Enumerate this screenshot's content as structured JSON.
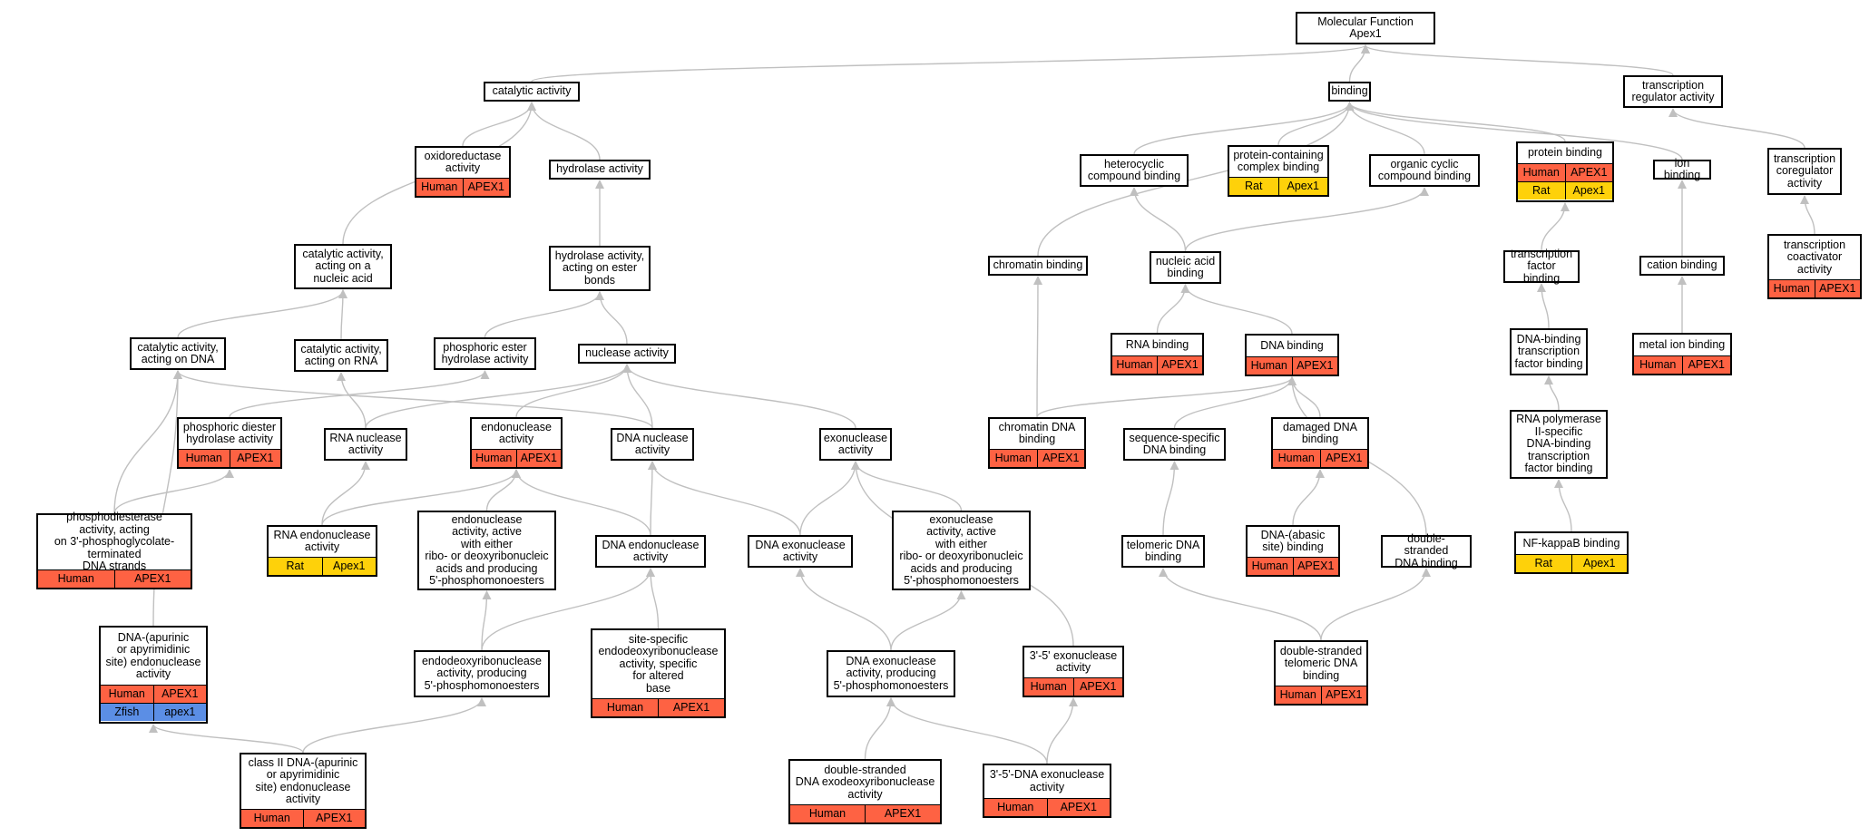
{
  "colors": {
    "human": "#fe6243",
    "rat": "#fed10a",
    "zfish": "#5b8ee5",
    "edge": "#c0c0c0"
  },
  "nodes": {
    "mf": {
      "label": "Molecular Function\nApex1"
    },
    "catalytic": {
      "label": "catalytic activity"
    },
    "binding": {
      "label": "binding"
    },
    "tra": {
      "label": "transcription\nregulator activity"
    },
    "oxido": {
      "label": "oxidoreductase\nactivity",
      "rows": [
        {
          "species": "Human",
          "gene": "APEX1"
        }
      ]
    },
    "hydrolase": {
      "label": "hydrolase activity"
    },
    "heterocyclic": {
      "label": "heterocyclic\ncompound binding"
    },
    "pccb": {
      "label": "protein-containing\ncomplex binding",
      "rows": [
        {
          "species": "Rat",
          "gene": "Apex1"
        }
      ]
    },
    "organic": {
      "label": "organic cyclic\ncompound binding"
    },
    "protein": {
      "label": "protein binding",
      "rows": [
        {
          "species": "Human",
          "gene": "APEX1"
        },
        {
          "species": "Rat",
          "gene": "Apex1"
        }
      ]
    },
    "ion": {
      "label": "ion binding"
    },
    "tcra": {
      "label": "transcription\ncoregulator\nactivity"
    },
    "canucleic": {
      "label": "catalytic activity,\nacting on a\nnucleic acid"
    },
    "hydester": {
      "label": "hydrolase activity,\nacting on ester\nbonds"
    },
    "chromatin": {
      "label": "chromatin binding"
    },
    "nucleicacid": {
      "label": "nucleic acid\nbinding"
    },
    "tfb": {
      "label": "transcription\nfactor binding"
    },
    "cation": {
      "label": "cation binding"
    },
    "tcoact": {
      "label": "transcription\ncoactivator\nactivity",
      "rows": [
        {
          "species": "Human",
          "gene": "APEX1"
        }
      ]
    },
    "cadna": {
      "label": "catalytic activity,\nacting on DNA"
    },
    "carna": {
      "label": "catalytic activity,\nacting on RNA"
    },
    "phosester": {
      "label": "phosphoric ester\nhydrolase activity"
    },
    "nuclease": {
      "label": "nuclease activity"
    },
    "rnabinding": {
      "label": "RNA binding",
      "rows": [
        {
          "species": "Human",
          "gene": "APEX1"
        }
      ]
    },
    "dnabinding": {
      "label": "DNA binding",
      "rows": [
        {
          "species": "Human",
          "gene": "APEX1"
        }
      ]
    },
    "dnabtfb": {
      "label": "DNA-binding\ntranscription\nfactor binding"
    },
    "metalion": {
      "label": "metal ion binding",
      "rows": [
        {
          "species": "Human",
          "gene": "APEX1"
        }
      ]
    },
    "phosdiester": {
      "label": "phosphoric diester\nhydrolase activity",
      "rows": [
        {
          "species": "Human",
          "gene": "APEX1"
        }
      ]
    },
    "rnanuclease": {
      "label": "RNA nuclease\nactivity"
    },
    "endonuclease": {
      "label": "endonuclease\nactivity",
      "rows": [
        {
          "species": "Human",
          "gene": "APEX1"
        }
      ]
    },
    "dnanuclease": {
      "label": "DNA nuclease\nactivity"
    },
    "exonuclease": {
      "label": "exonuclease\nactivity"
    },
    "chromdna": {
      "label": "chromatin DNA\nbinding",
      "rows": [
        {
          "species": "Human",
          "gene": "APEX1"
        }
      ]
    },
    "seqspec": {
      "label": "sequence-specific\nDNA binding"
    },
    "damaged": {
      "label": "damaged DNA\nbinding",
      "rows": [
        {
          "species": "Human",
          "gene": "APEX1"
        }
      ]
    },
    "rnapol": {
      "label": "RNA polymerase\nII-specific\nDNA-binding\ntranscription\nfactor binding"
    },
    "phosdiesterase": {
      "label": "phosphodiesterase\nactivity, acting\non 3'-phosphoglycolate-terminated\nDNA strands",
      "rows": [
        {
          "species": "Human",
          "gene": "APEX1"
        }
      ]
    },
    "rnaendo": {
      "label": "RNA endonuclease\nactivity",
      "rows": [
        {
          "species": "Rat",
          "gene": "Apex1"
        }
      ]
    },
    "endoactive": {
      "label": "endonuclease\nactivity, active\nwith either\nribo- or deoxyribonucleic\nacids and producing\n5'-phosphomonoesters"
    },
    "dnaendo": {
      "label": "DNA endonuclease\nactivity"
    },
    "dnaexo": {
      "label": "DNA exonuclease\nactivity"
    },
    "exoactive": {
      "label": "exonuclease\nactivity, active\nwith either\nribo- or deoxyribonucleic\nacids and producing\n5'-phosphomonoesters"
    },
    "telomeric": {
      "label": "telomeric DNA\nbinding"
    },
    "abasic": {
      "label": "DNA-(abasic\nsite) binding",
      "rows": [
        {
          "species": "Human",
          "gene": "APEX1"
        }
      ]
    },
    "dsdna": {
      "label": "double-stranded\nDNA binding"
    },
    "nfkb": {
      "label": "NF-kappaB binding",
      "rows": [
        {
          "species": "Rat",
          "gene": "Apex1"
        }
      ]
    },
    "apendo": {
      "label": "DNA-(apurinic\nor apyrimidinic\nsite) endonuclease\nactivity",
      "rows": [
        {
          "species": "Human",
          "gene": "APEX1"
        },
        {
          "species": "Zfish",
          "gene": "apex1"
        }
      ]
    },
    "endodeoxy": {
      "label": "endodeoxyribonuclease\nactivity, producing\n5'-phosphomonoesters"
    },
    "sitespec": {
      "label": "site-specific\nendodeoxyribonuclease\nactivity, specific\nfor altered\nbase",
      "rows": [
        {
          "species": "Human",
          "gene": "APEX1"
        }
      ]
    },
    "dnaexoprod": {
      "label": "DNA exonuclease\nactivity, producing\n5'-phosphomonoesters"
    },
    "exo35": {
      "label": "3'-5' exonuclease\nactivity",
      "rows": [
        {
          "species": "Human",
          "gene": "APEX1"
        }
      ]
    },
    "dstelo": {
      "label": "double-stranded\ntelomeric DNA\nbinding",
      "rows": [
        {
          "species": "Human",
          "gene": "APEX1"
        }
      ]
    },
    "classii": {
      "label": "class II DNA-(apurinic\nor apyrimidinic\nsite) endonuclease\nactivity",
      "rows": [
        {
          "species": "Human",
          "gene": "APEX1"
        }
      ]
    },
    "dsexodeoxy": {
      "label": "double-stranded\nDNA exodeoxyribonuclease\nactivity",
      "rows": [
        {
          "species": "Human",
          "gene": "APEX1"
        }
      ]
    },
    "exo35dna": {
      "label": "3'-5'-DNA exonuclease\nactivity",
      "rows": [
        {
          "species": "Human",
          "gene": "APEX1"
        }
      ]
    }
  },
  "edges": [
    [
      "catalytic",
      "mf"
    ],
    [
      "binding",
      "mf"
    ],
    [
      "tra",
      "mf"
    ],
    [
      "oxido",
      "catalytic"
    ],
    [
      "hydrolase",
      "catalytic"
    ],
    [
      "canucleic",
      "catalytic"
    ],
    [
      "heterocyclic",
      "binding"
    ],
    [
      "pccb",
      "binding"
    ],
    [
      "organic",
      "binding"
    ],
    [
      "protein",
      "binding"
    ],
    [
      "ion",
      "binding"
    ],
    [
      "chromatin",
      "binding"
    ],
    [
      "tcra",
      "tra"
    ],
    [
      "hydester",
      "hydrolase"
    ],
    [
      "cadna",
      "canucleic"
    ],
    [
      "carna",
      "canucleic"
    ],
    [
      "nucleicacid",
      "heterocyclic"
    ],
    [
      "nucleicacid",
      "organic"
    ],
    [
      "tfb",
      "protein"
    ],
    [
      "cation",
      "ion"
    ],
    [
      "tcoact",
      "tcra"
    ],
    [
      "phosester",
      "hydester"
    ],
    [
      "nuclease",
      "hydester"
    ],
    [
      "rnabinding",
      "nucleicacid"
    ],
    [
      "dnabinding",
      "nucleicacid"
    ],
    [
      "dnabtfb",
      "tfb"
    ],
    [
      "metalion",
      "cation"
    ],
    [
      "phosdiester",
      "phosester"
    ],
    [
      "rnanuclease",
      "carna"
    ],
    [
      "rnanuclease",
      "nuclease"
    ],
    [
      "endonuclease",
      "nuclease"
    ],
    [
      "dnanuclease",
      "nuclease"
    ],
    [
      "dnanuclease",
      "cadna"
    ],
    [
      "exonuclease",
      "nuclease"
    ],
    [
      "chromdna",
      "chromatin"
    ],
    [
      "chromdna",
      "dnabinding"
    ],
    [
      "seqspec",
      "dnabinding"
    ],
    [
      "damaged",
      "dnabinding"
    ],
    [
      "dsdna",
      "dnabinding"
    ],
    [
      "rnapol",
      "dnabtfb"
    ],
    [
      "phosdiesterase",
      "phosdiester"
    ],
    [
      "phosdiesterase",
      "cadna"
    ],
    [
      "rnaendo",
      "rnanuclease"
    ],
    [
      "rnaendo",
      "endonuclease"
    ],
    [
      "endoactive",
      "endonuclease"
    ],
    [
      "dnaendo",
      "dnanuclease"
    ],
    [
      "dnaendo",
      "endonuclease"
    ],
    [
      "dnaexo",
      "dnanuclease"
    ],
    [
      "dnaexo",
      "exonuclease"
    ],
    [
      "exoactive",
      "exonuclease"
    ],
    [
      "telomeric",
      "seqspec"
    ],
    [
      "abasic",
      "damaged"
    ],
    [
      "nfkb",
      "rnapol"
    ],
    [
      "apendo",
      "cadna"
    ],
    [
      "endodeoxy",
      "endoactive"
    ],
    [
      "endodeoxy",
      "dnaendo"
    ],
    [
      "sitespec",
      "dnaendo"
    ],
    [
      "dnaexoprod",
      "dnaexo"
    ],
    [
      "dnaexoprod",
      "exoactive"
    ],
    [
      "exo35",
      "exonuclease"
    ],
    [
      "dstelo",
      "telomeric"
    ],
    [
      "dstelo",
      "dsdna"
    ],
    [
      "classii",
      "apendo"
    ],
    [
      "classii",
      "endodeoxy"
    ],
    [
      "dsexodeoxy",
      "dnaexoprod"
    ],
    [
      "exo35dna",
      "dnaexoprod"
    ],
    [
      "exo35dna",
      "exo35"
    ]
  ]
}
